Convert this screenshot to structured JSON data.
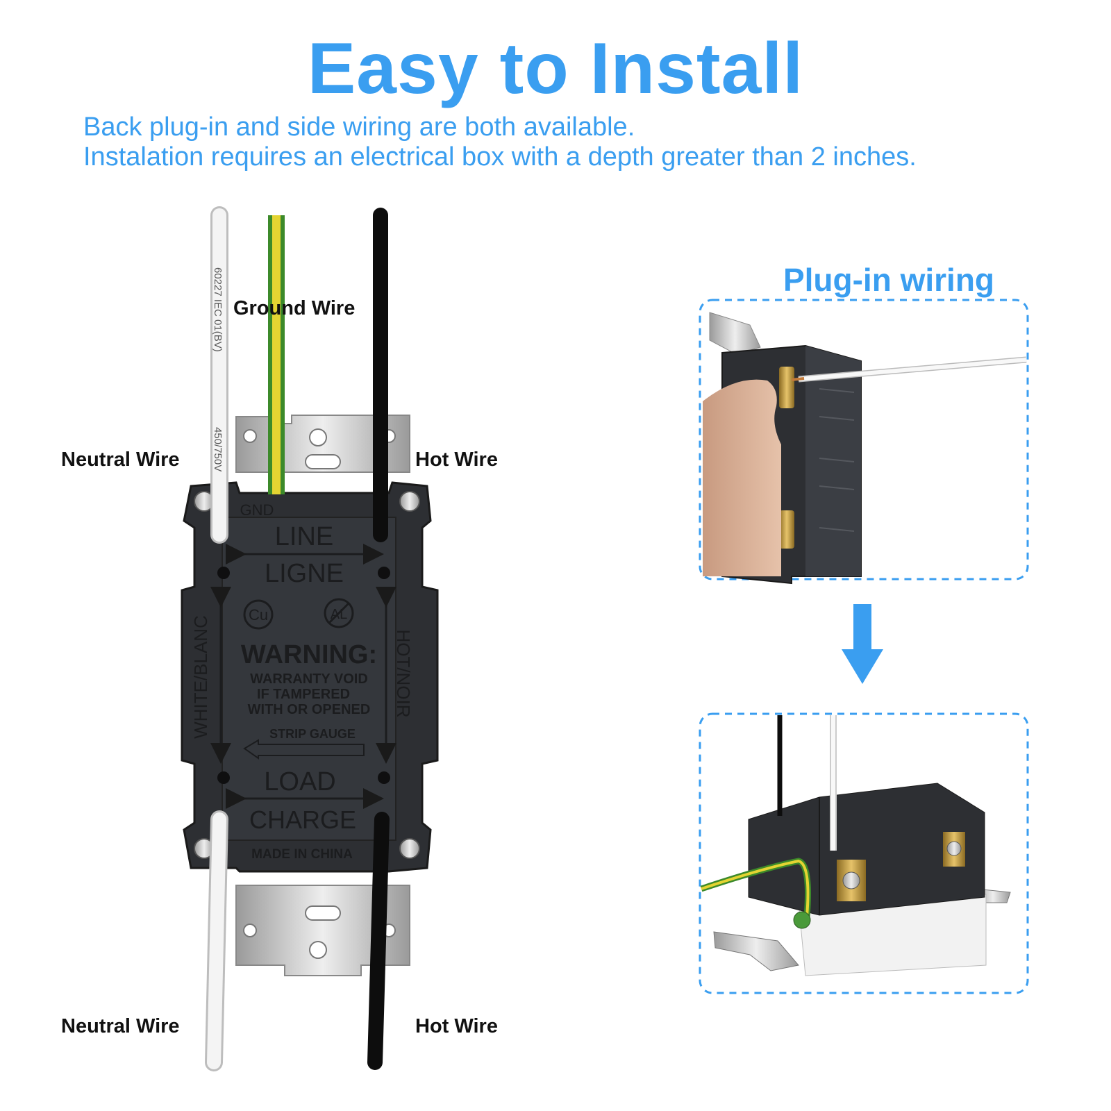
{
  "header": {
    "title": "Easy to Install",
    "subtitle_line1": "Back plug-in and side wiring are both available.",
    "subtitle_line2": "Instalation requires an electrical box with a depth greater than 2 inches."
  },
  "labels": {
    "ground_wire": "Ground Wire",
    "neutral_wire_top": "Neutral Wire",
    "hot_wire_top": "Hot Wire",
    "neutral_wire_bottom": "Neutral Wire",
    "hot_wire_bottom": "Hot Wire"
  },
  "wire_print": {
    "neutral": "60227 IEC 01(BV)",
    "rating": "450/750V"
  },
  "outlet_back": {
    "gnd": "GND",
    "line": "LINE",
    "ligne": "LIGNE",
    "cu": "Cu",
    "al": "AL",
    "warning": "WARNING:",
    "warning_l1": "WARRANTY VOID",
    "warning_l2": "IF TAMPERED",
    "warning_l3": "WITH OR OPENED",
    "white_blanc": "WHITE/BLANC",
    "hot_noir": "HOT/NOIR",
    "strip_gauge": "STRIP GAUGE",
    "load": "LOAD",
    "charge": "CHARGE",
    "made_in": "MADE IN CHINA"
  },
  "plug_in": {
    "title": "Plug-in wiring"
  },
  "colors": {
    "accent": "#3a9ef0",
    "housing": "#2d2f33",
    "brass": "#c9a24a"
  }
}
